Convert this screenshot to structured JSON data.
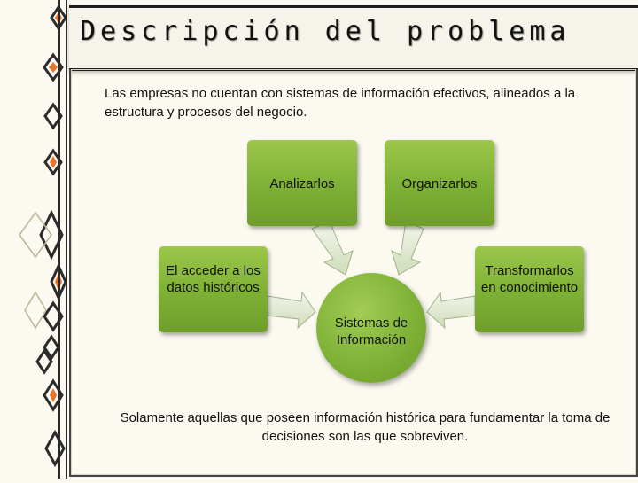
{
  "title": "Descripción del problema",
  "intro": "Las empresas no cuentan con sistemas de información efectivos, alineados a la estructura y procesos del negocio.",
  "diagram": {
    "center": "Sistemas de Información",
    "nodes": {
      "analizar": "Analizarlos",
      "organizar": "Organizarlos",
      "acceder": "El acceder a los datos históricos",
      "transformar": "Transformarlos en conocimiento"
    }
  },
  "conclusion": "Solamente aquellas que poseen información histórica para fundamentar la toma de decisiones son las que sobreviven.",
  "colors": {
    "box_green": "#7db035",
    "arrow_fill": "#e3ebd3",
    "background": "#fbf9f0",
    "accent_orange": "#e8752b"
  }
}
